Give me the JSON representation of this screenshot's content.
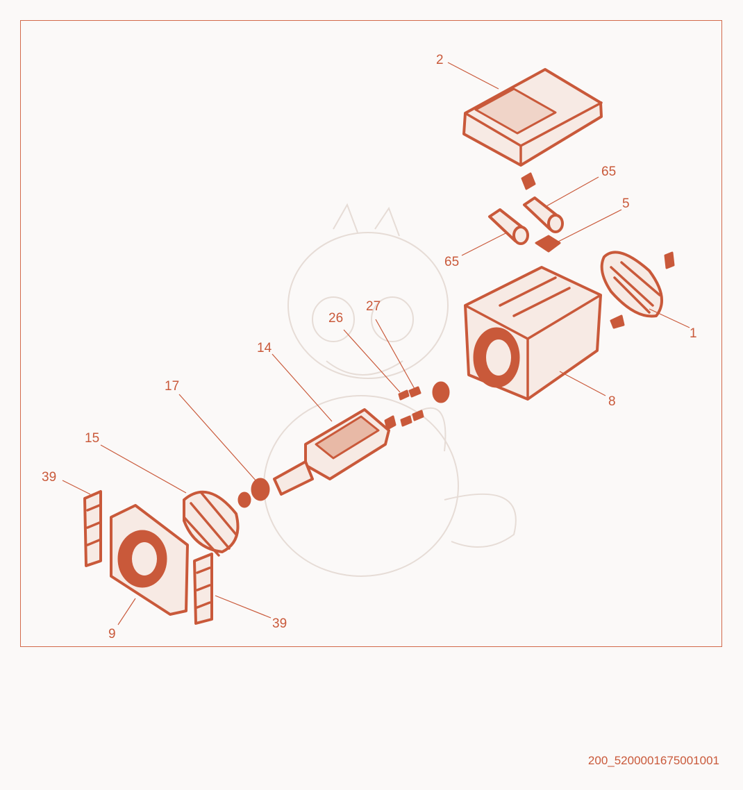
{
  "diagram": {
    "drawing_number": "200_5200001675001001",
    "callouts": [
      {
        "id": "2",
        "text": "2"
      },
      {
        "id": "65a",
        "text": "65"
      },
      {
        "id": "5",
        "text": "5"
      },
      {
        "id": "65b",
        "text": "65"
      },
      {
        "id": "1",
        "text": "1"
      },
      {
        "id": "27",
        "text": "27"
      },
      {
        "id": "26",
        "text": "26"
      },
      {
        "id": "14",
        "text": "14"
      },
      {
        "id": "8",
        "text": "8"
      },
      {
        "id": "17",
        "text": "17"
      },
      {
        "id": "15",
        "text": "15"
      },
      {
        "id": "39a",
        "text": "39"
      },
      {
        "id": "39b",
        "text": "39"
      },
      {
        "id": "9",
        "text": "9"
      }
    ],
    "colors": {
      "accent": "#c9593a",
      "background": "#fbf9f8",
      "watermark": "#e6dcd6"
    }
  }
}
